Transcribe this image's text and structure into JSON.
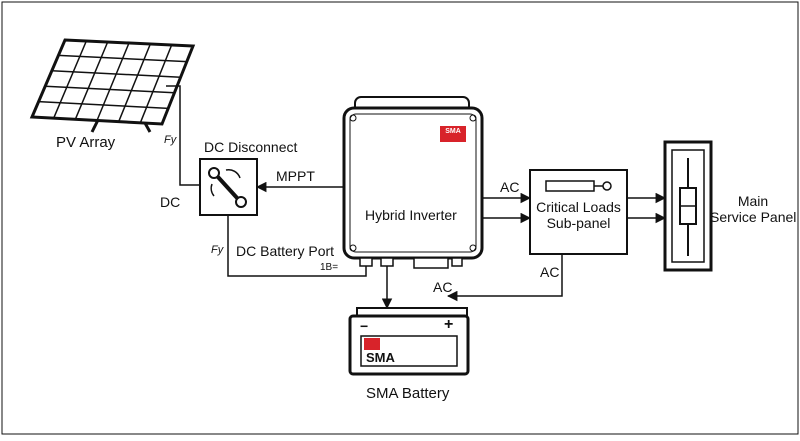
{
  "colors": {
    "line": "#111111",
    "panel_fill": "#ffffff",
    "brand_red": "#d8232a",
    "frame": "#111111"
  },
  "labels": {
    "pv_array": "PV Array",
    "fy_top": "Fy",
    "dc": "DC",
    "dc_disconnect": "DC Disconnect",
    "mppt": "MPPT",
    "fy_bottom": "Fy",
    "dc_battery_port": "DC Battery Port",
    "port_1b": "1B=",
    "hybrid_inverter": "Hybrid Inverter",
    "ac_top": "AC",
    "ac_bottom": "AC",
    "ac_right": "AC",
    "critical_loads_line1": "Critical Loads",
    "critical_loads_line2": "Sub-panel",
    "main_service_line1": "Main",
    "main_service_line2": "Service Panel",
    "sma_battery": "SMA Battery",
    "battery_brand": "SMA",
    "battery_minus": "−",
    "battery_plus": "+"
  },
  "icons": {
    "pv": "solar-panel-icon",
    "disconnect": "wrench-switch-icon",
    "inverter_logo": "sma-logo-icon",
    "battery_logo": "sma-logo-icon",
    "breaker": "breaker-switch-icon"
  }
}
